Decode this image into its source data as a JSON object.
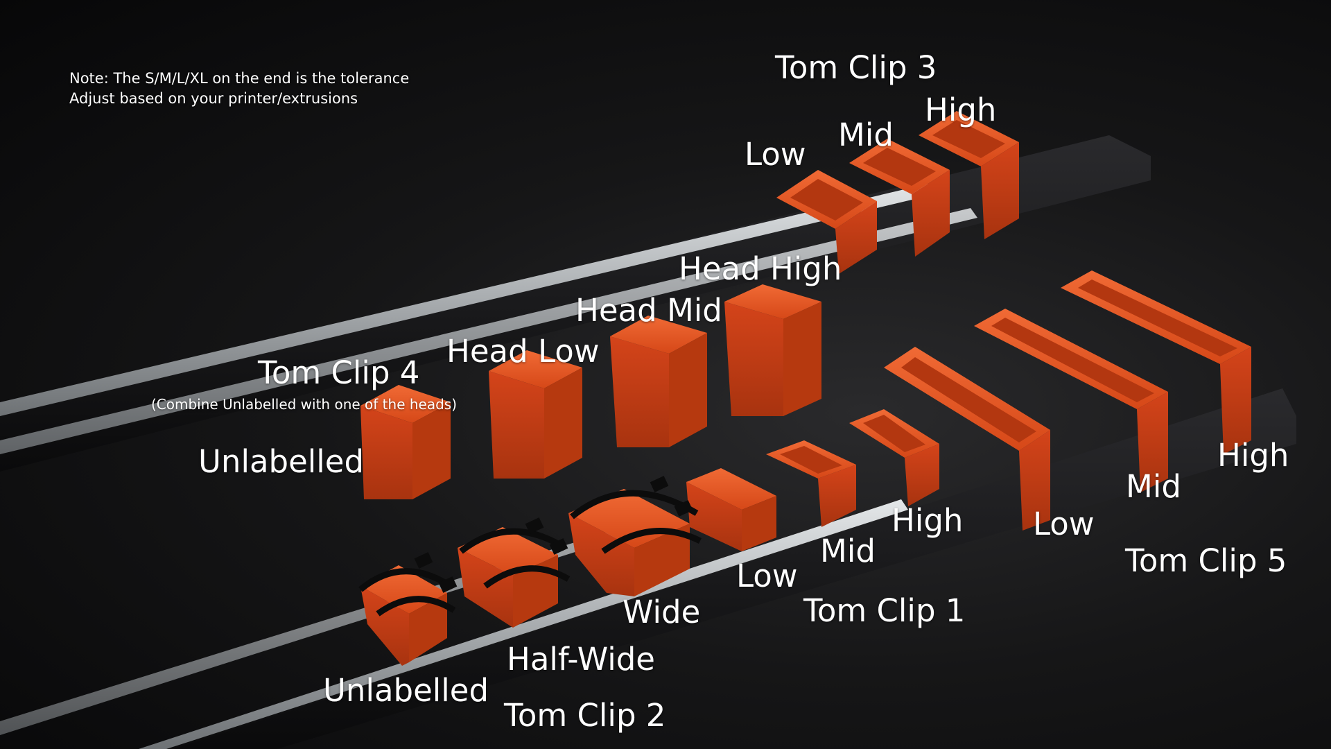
{
  "note": {
    "line1": "Note: The S/M/L/XL on the end is the tolerance",
    "line2": "Adjust based on your printer/extrusions"
  },
  "tom_clip_3": {
    "title": "Tom Clip 3",
    "low": "Low",
    "mid": "Mid",
    "high": "High"
  },
  "tom_clip_4": {
    "title": "Tom Clip 4",
    "subtitle": "(Combine Unlabelled with one of the heads)",
    "unlabelled": "Unlabelled",
    "head_low": "Head Low",
    "head_mid": "Head Mid",
    "head_high": "Head High"
  },
  "tom_clip_5": {
    "title": "Tom Clip 5",
    "low": "Low",
    "mid": "Mid",
    "high": "High"
  },
  "tom_clip_1": {
    "title": "Tom Clip 1",
    "low": "Low",
    "mid": "Mid",
    "high": "High"
  },
  "tom_clip_2": {
    "title": "Tom Clip 2",
    "unlabelled": "Unlabelled",
    "half_wide": "Half-Wide",
    "wide": "Wide"
  },
  "colors": {
    "clip_orange": "#d9461a",
    "clip_orange_light": "#ec5a28",
    "clip_orange_dark": "#a8330f",
    "extrusion_black": "#141416",
    "rail_silver": "#bfc3c6",
    "label_white": "#ffffff"
  }
}
